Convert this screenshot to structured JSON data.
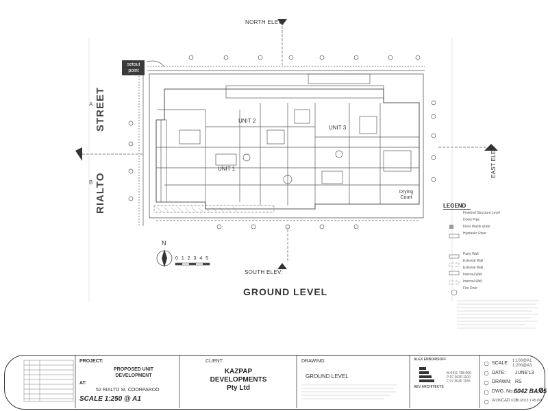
{
  "drawing": {
    "setout_label": "setout point",
    "north_elev": "NORTH ELEV.",
    "south_elev": "SOUTH ELEV.",
    "east_elev": "EAST ELEV.",
    "street_word1": "STREET",
    "street_word2": "RIALTO",
    "unit1": "UNIT 1",
    "unit2": "UNIT 2",
    "unit3": "UNIT 3",
    "drying_court": "Drying Court",
    "north_letter": "N",
    "scale_bar_numbers": "0 1 2 3 4 5",
    "ground_level_title": "GROUND LEVEL",
    "grid_letter_a": "A",
    "grid_letter_b": "B"
  },
  "legend": {
    "title": "LEGEND",
    "items": [
      "Finished Structure Level",
      "Down Pipe",
      "Floor Waste grate",
      "Hydraulic Riser",
      "Party Wall",
      "External Wall",
      "External Wall",
      "Internal Wall",
      "Internal Wall",
      "Fire Door"
    ]
  },
  "title_block": {
    "project_label": "PROJECT:",
    "project_name": "PROPOSED UNIT DEVELOPMENT",
    "at_label": "AT:",
    "address": "52 RIALTO St. COORPAROO",
    "scale_text": "SCALE 1:250 @ A1",
    "client_label": "CLIENT:",
    "client_name_1": "KAZPAP",
    "client_name_2": "DEVELOPMENTS",
    "client_name_3": "Pty Ltd",
    "drawing_label": "DRAWING:",
    "drawing_name": "GROUND LEVEL",
    "architect": "ALEX ENBORISOFF",
    "firm": "AEV ARCHITECTS",
    "scale_label": "SCALE:",
    "scale_val_1": "1:100@A1",
    "scale_val_2": "1:200@A3",
    "date_label": "DATE:",
    "date_val": "JUNE'13",
    "drawn_label": "DRAWN:",
    "drawn_val": "RS",
    "dwg_label": "DWG. No:",
    "dwg_val": "6042 BA.05",
    "revision": "G",
    "cad_label": "ArchiCAD v16",
    "cad_date": "1/1/2013 1:45 PM",
    "phone_1": "M 0411 758 600",
    "phone_2": "P 07 3630 1100",
    "phone_3": "F 07 3630 1155"
  }
}
